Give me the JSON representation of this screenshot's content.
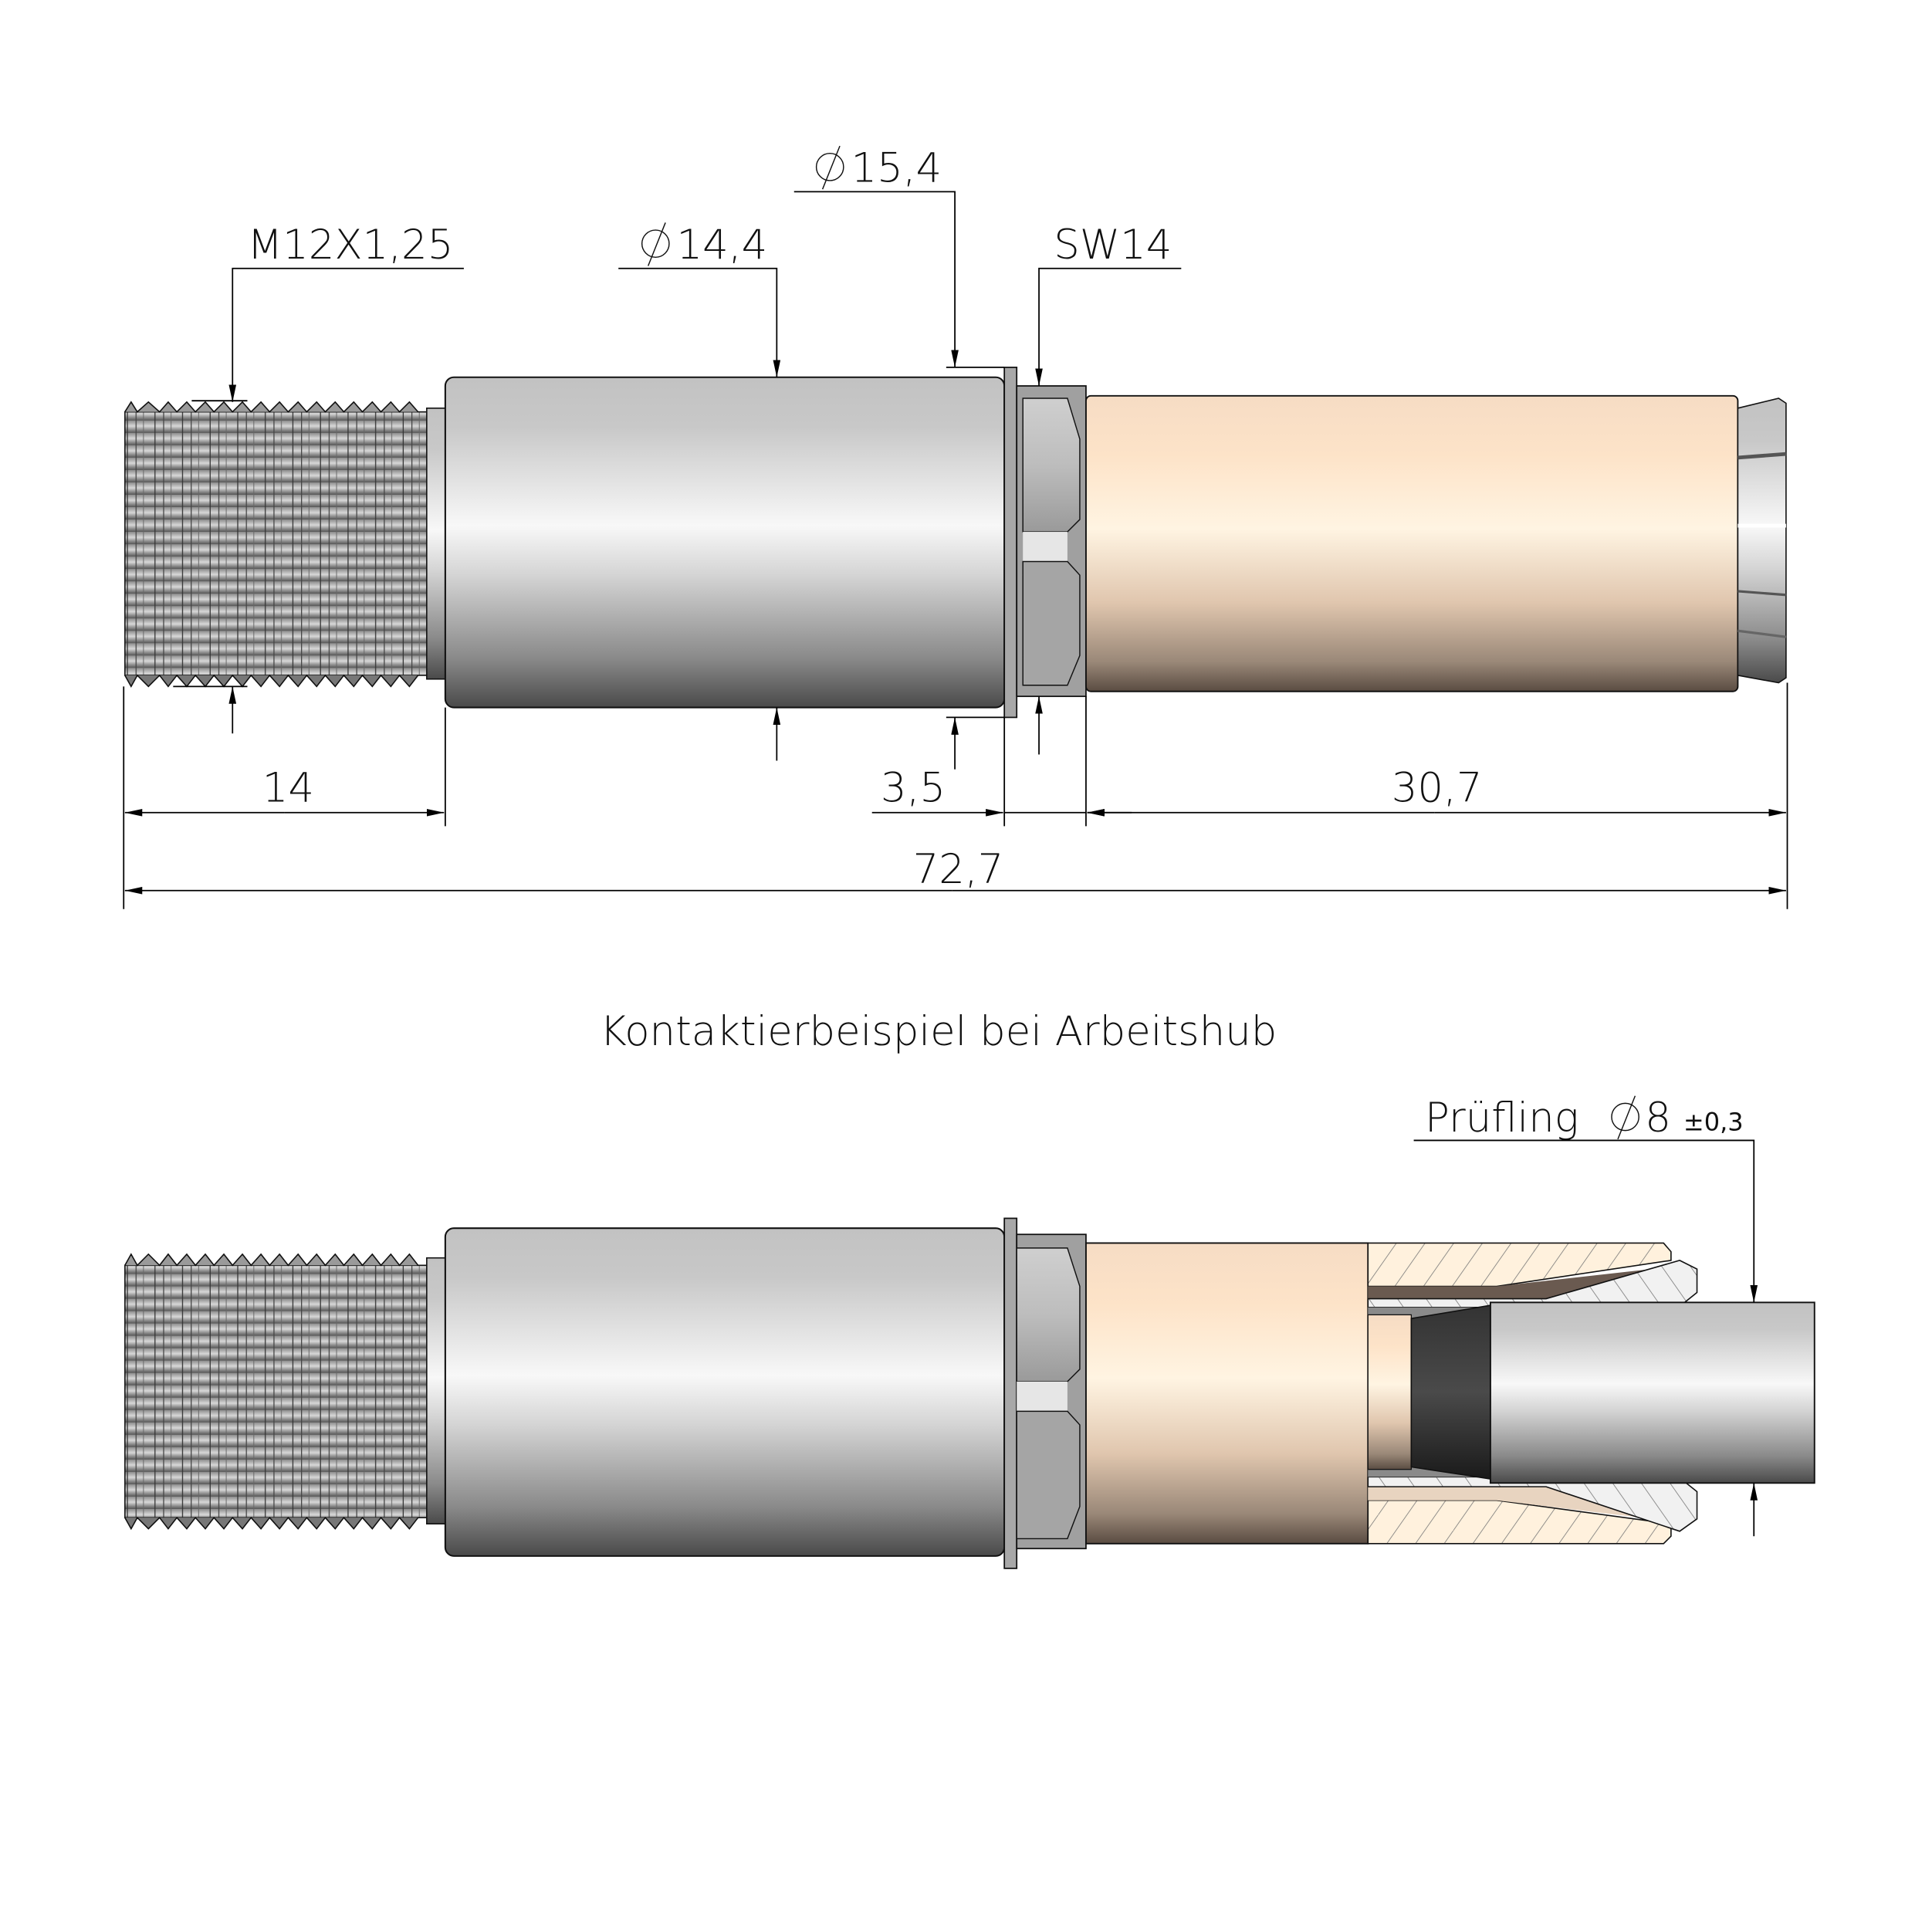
{
  "top_view": {
    "thread_spec": "M12X1,25",
    "diameter_body": {
      "symbol": "⌀",
      "value": "14,4"
    },
    "diameter_flange": {
      "symbol": "⌀",
      "value": "15,4"
    },
    "wrench_size": "SW14",
    "dim_thread_length": "14",
    "dim_flange_offset": "3,5",
    "dim_tube_length": "30,7",
    "dim_total_length": "72,7"
  },
  "bottom_view": {
    "title": "Kontaktierbeispiel bei Arbeitshub",
    "specimen_label": "Prüfling",
    "specimen_diameter": {
      "symbol": "⌀",
      "value": "8",
      "tolerance": "±0,3"
    }
  },
  "colors": {
    "steel_light": "#f6f6f6",
    "steel_mid": "#c4c4c4",
    "steel_dark": "#4a4a4a",
    "tan_light": "#fff4e2",
    "tan_mid": "#fce1c6",
    "tan_dark": "#5a4c42",
    "rubber_dark": "#222222",
    "line": "#000000"
  }
}
